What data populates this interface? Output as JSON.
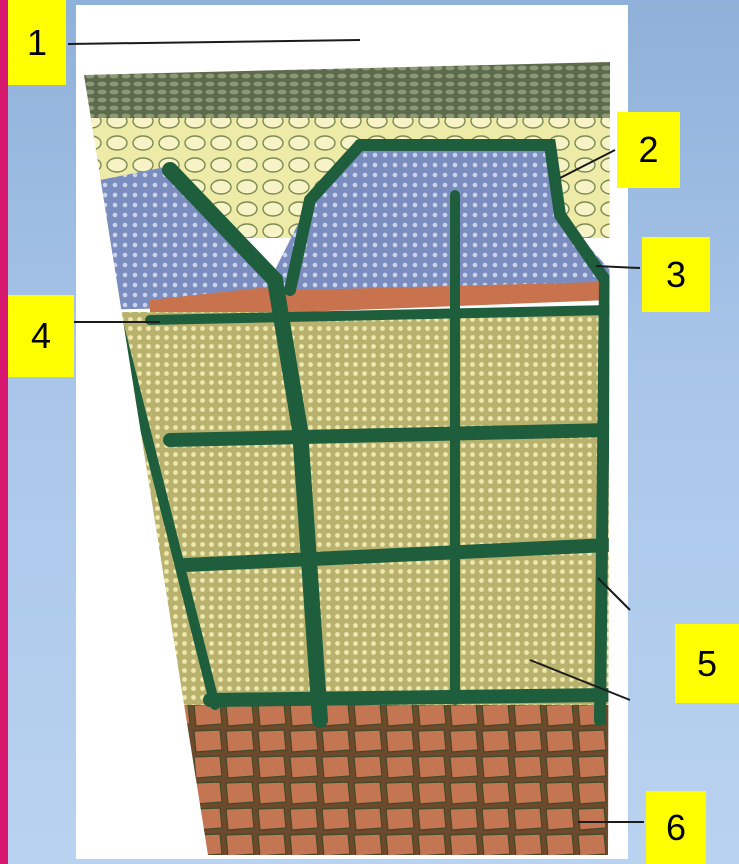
{
  "labels": {
    "l1": "1",
    "l2": "2",
    "l3": "3",
    "l4": "4",
    "l5": "5",
    "l6": "6"
  },
  "colors": {
    "slide_background": "#a9c6ea",
    "left_accent": "#d6186e",
    "label_fill": "#ffff00",
    "photo_background": "#ffffff",
    "epidermis": "#6f7f5f",
    "cortex": "#e6e29a",
    "phloem": "#7d8fc0",
    "cambium": "#c8734e",
    "xylem": "#d8d28a",
    "pith": "#b5674a",
    "medullary_rays": "#1f5e3d"
  }
}
